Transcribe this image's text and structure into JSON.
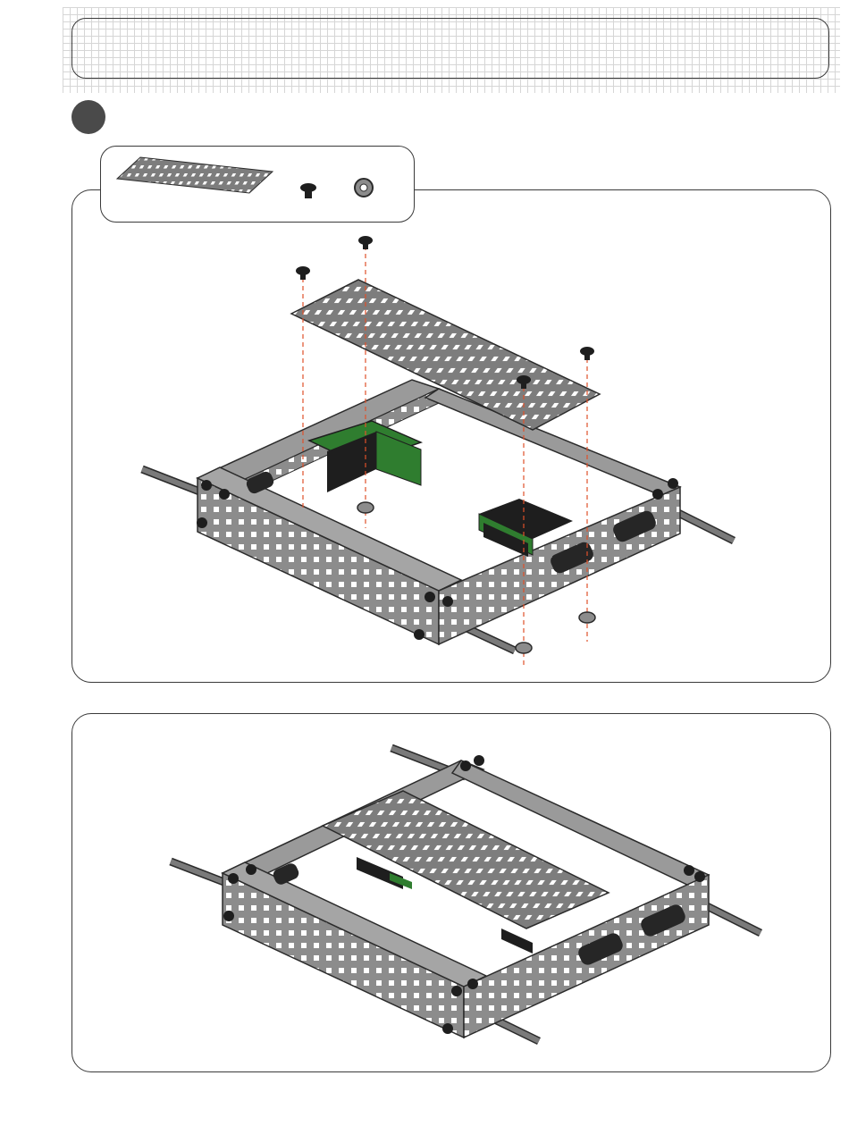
{
  "header": {
    "title": ""
  },
  "step": {
    "number": ""
  },
  "parts": [
    {
      "name": "flat-plate",
      "qty": ""
    },
    {
      "name": "screw",
      "qty": ""
    },
    {
      "name": "keps-nut",
      "qty": ""
    }
  ],
  "colors": {
    "metal": "#8c8c8c",
    "metal_dark": "#555555",
    "edge": "#2b2b2b",
    "motor_green": "#2f7d2f",
    "motor_black": "#1e1e1e",
    "guide_line": "#e0502a"
  },
  "icons": [
    "flat-plate-icon",
    "screw-icon",
    "nut-icon",
    "drivetrain-frame",
    "motor"
  ]
}
